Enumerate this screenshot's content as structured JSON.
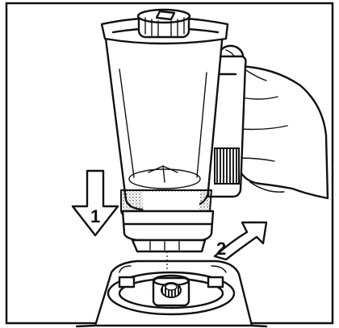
{
  "figure": {
    "step_labels": [
      "1",
      "2"
    ],
    "step_1_meaning": "arrow-down",
    "step_2_meaning": "arrow-rotate-right"
  }
}
